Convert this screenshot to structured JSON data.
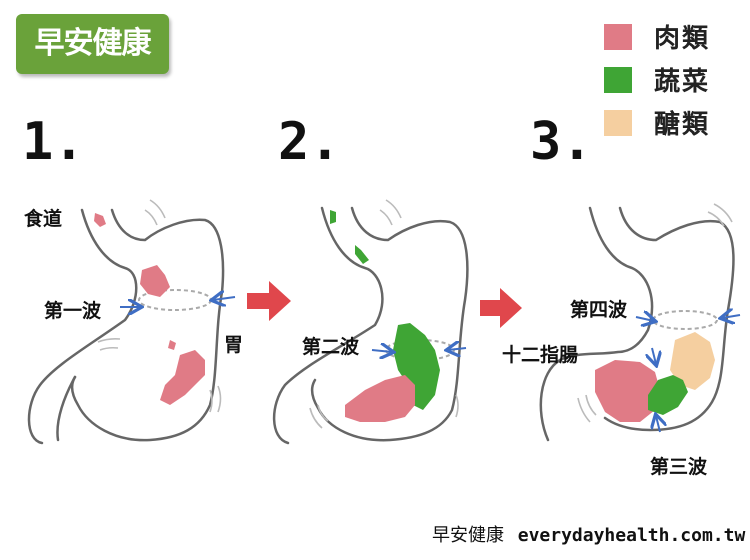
{
  "brand": {
    "logo_text": "早安健康",
    "colors": {
      "logo": "#6aa23a"
    }
  },
  "legend": {
    "items": [
      {
        "label": "肉類",
        "color": "#e07b86"
      },
      {
        "label": "蔬菜",
        "color": "#3fa535"
      },
      {
        "label": "醣類",
        "color": "#f5cfa0"
      }
    ]
  },
  "steps": [
    {
      "number": "1."
    },
    {
      "number": "2."
    },
    {
      "number": "3."
    }
  ],
  "labels": {
    "esophagus": "食道",
    "first_wave": "第一波",
    "stomach": "胃",
    "second_wave": "第二波",
    "duodenum": "十二指腸",
    "fourth_wave": "第四波",
    "third_wave": "第三波"
  },
  "footer": {
    "brand": "早安健康",
    "url": "everydayhealth.com.tw"
  },
  "colors": {
    "outline": "#666666",
    "arrow_big": "#e0474c",
    "arrow_small": "#3f6ec4"
  }
}
